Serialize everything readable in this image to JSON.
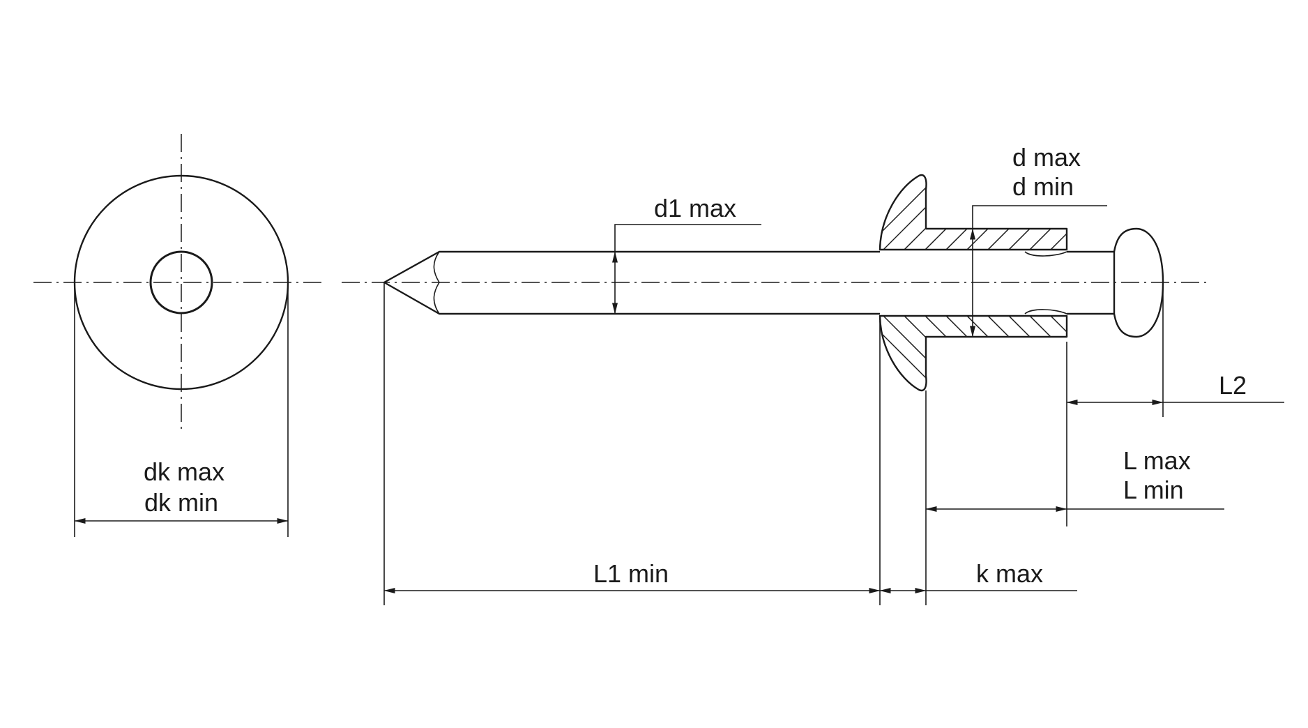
{
  "colors": {
    "line": "#1a1a1a",
    "background": "#ffffff"
  },
  "labels": {
    "dk_max": "dk max",
    "dk_min": "dk min",
    "d1_max": "d1 max",
    "d_max": "d max",
    "d_min": "d min",
    "L2": "L2",
    "L_max": "L max",
    "L_min": "L min",
    "L1_min": "L1 min",
    "k_max": "k max"
  }
}
